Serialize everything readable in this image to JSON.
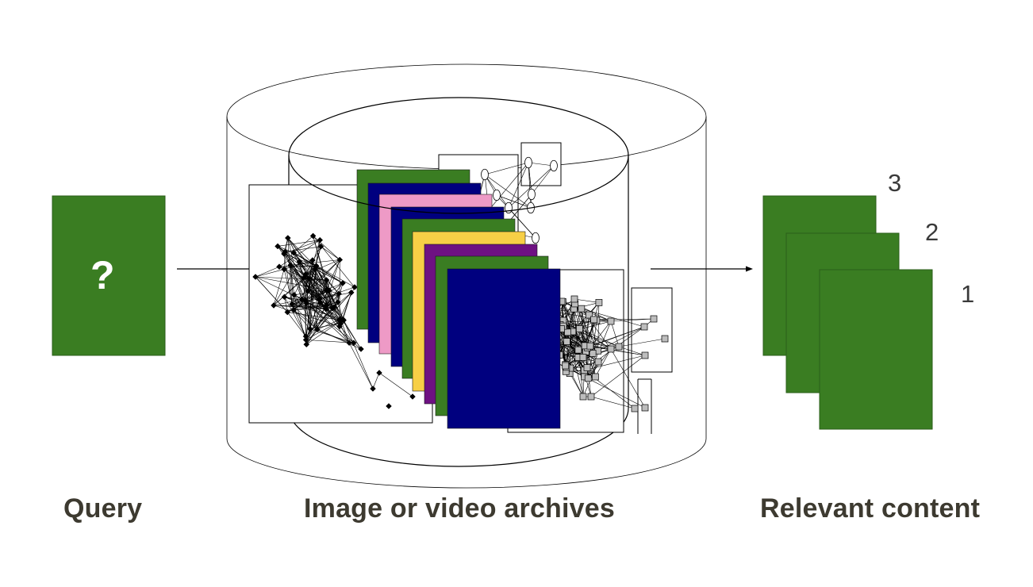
{
  "colors": {
    "green": "#3a7d22",
    "navy": "#00007f",
    "pink": "#ee9ac6",
    "yellow": "#f7cf46",
    "purple": "#6e1182",
    "label_text": "#3d3a30",
    "line": "#000000"
  },
  "query": {
    "symbol": "?",
    "caption": "Query"
  },
  "archive": {
    "caption": "Image or video archives",
    "stack_colors": [
      "green",
      "navy",
      "pink",
      "navy",
      "green",
      "yellow",
      "purple",
      "green",
      "navy"
    ]
  },
  "results": {
    "caption": "Relevant content",
    "ranks": [
      "3",
      "2",
      "1"
    ]
  }
}
